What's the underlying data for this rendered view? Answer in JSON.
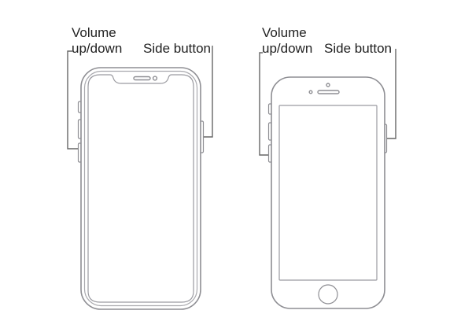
{
  "phones": [
    {
      "name": "face-id-iphone",
      "labels": {
        "volume_line1": "Volume",
        "volume_line2": "up/down",
        "side": "Side button"
      }
    },
    {
      "name": "home-button-iphone",
      "labels": {
        "volume_line1": "Volume",
        "volume_line2": "up/down",
        "side": "Side button"
      }
    }
  ],
  "colors": {
    "outline": "#8e8e93",
    "callout": "#666666",
    "text": "#222222"
  }
}
